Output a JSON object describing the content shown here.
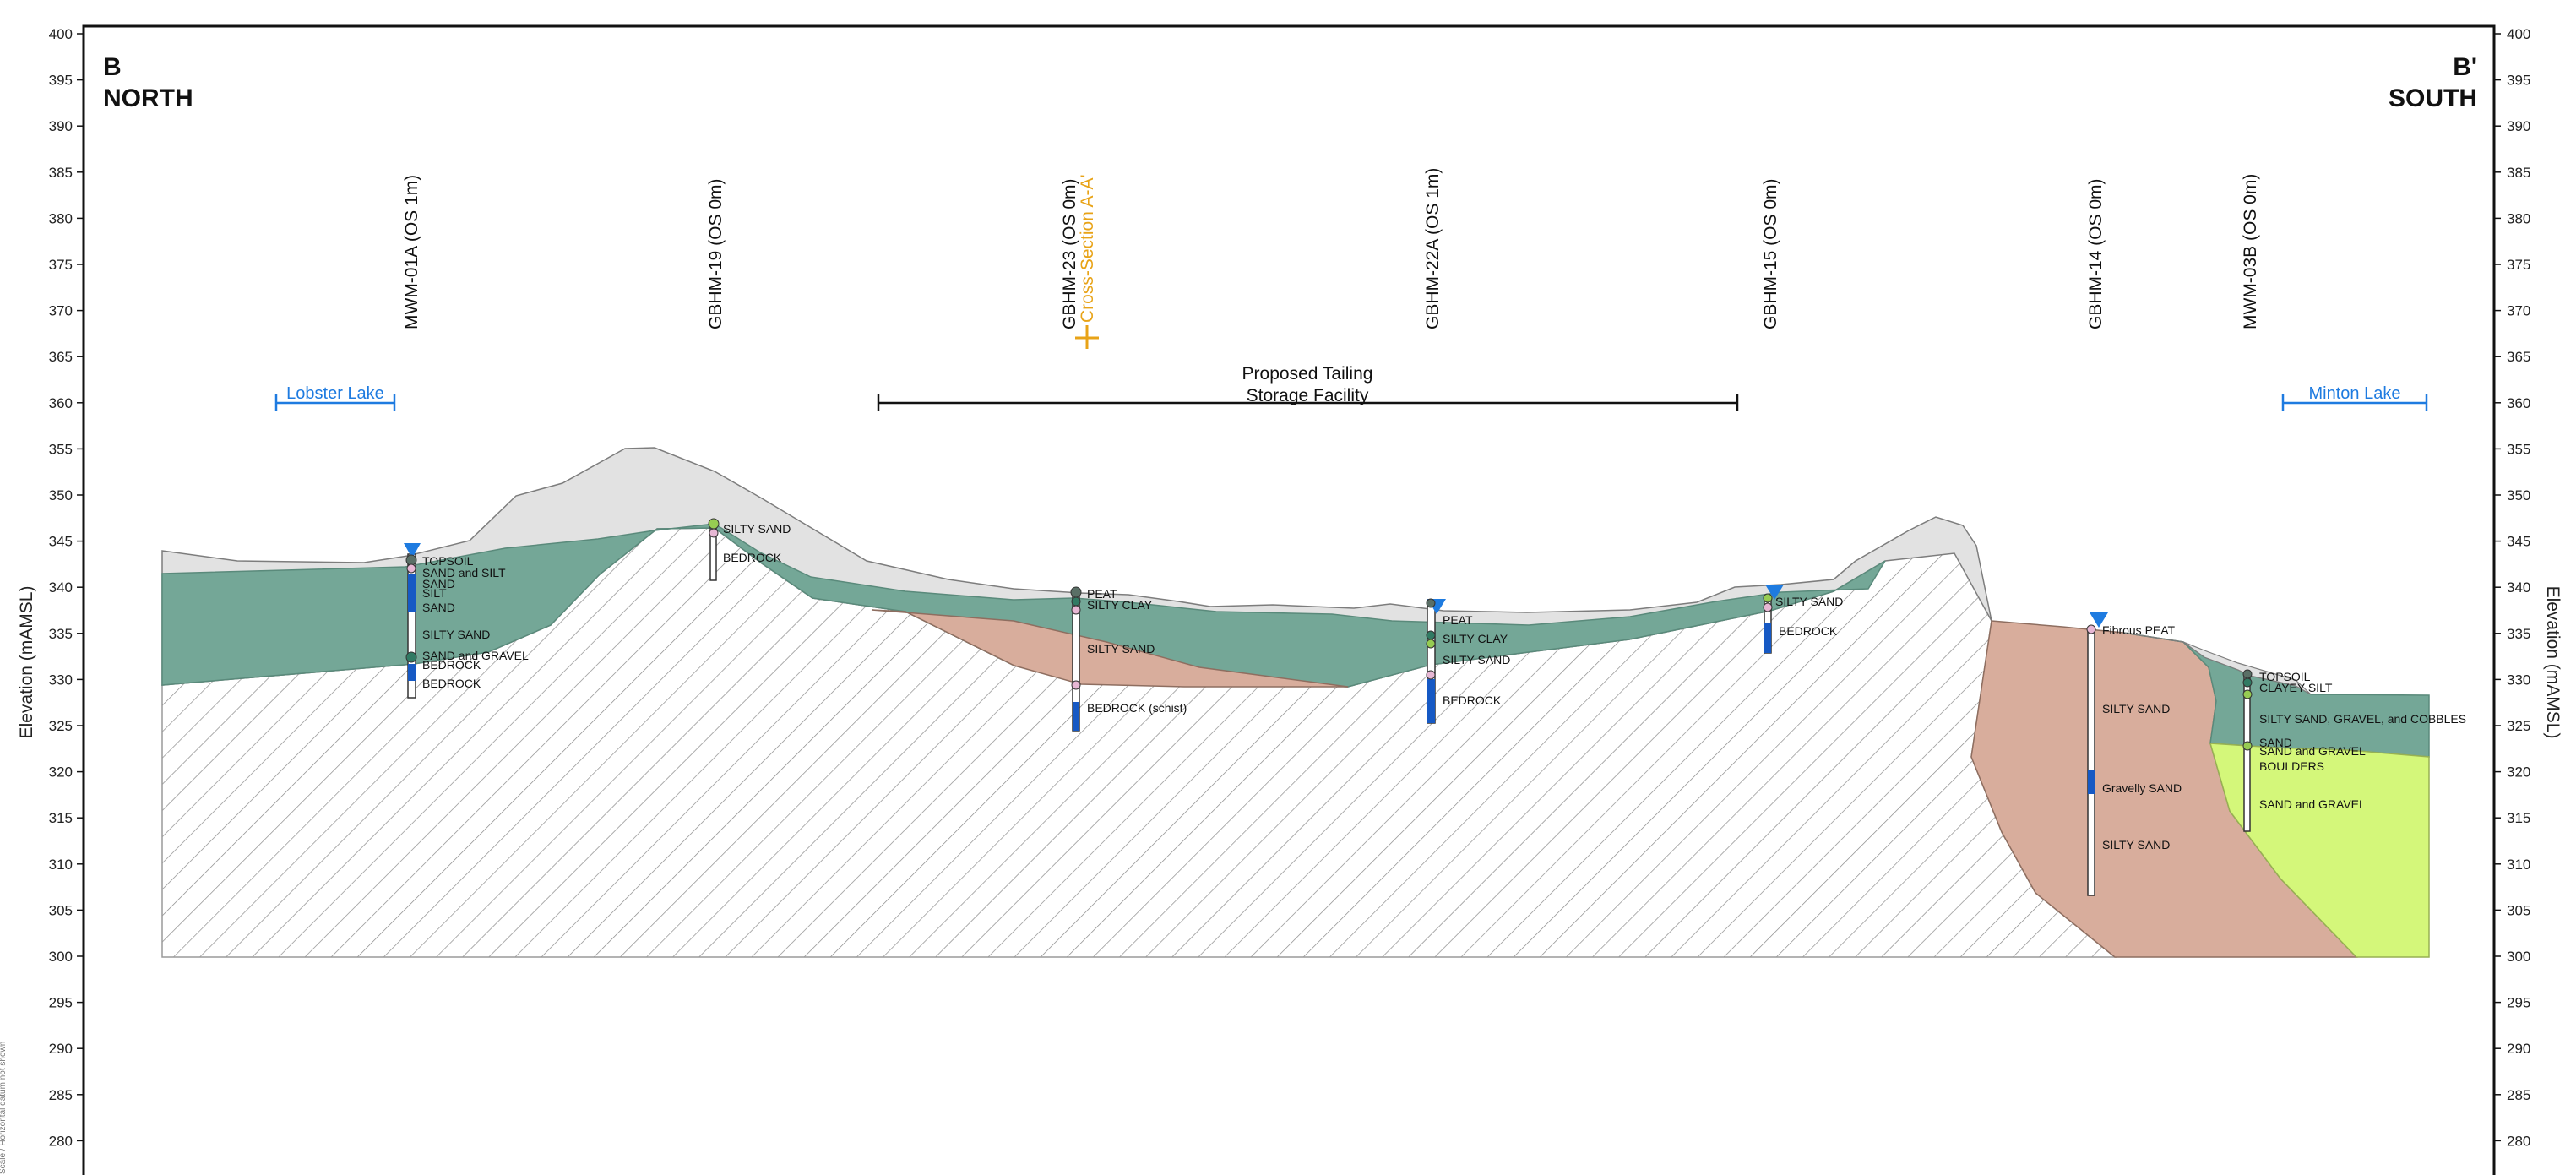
{
  "ends": {
    "left": [
      "B",
      "NORTH"
    ],
    "right": [
      "B'",
      "SOUTH"
    ]
  },
  "axis": {
    "title": "Elevation (mAMSL)",
    "ticks": [
      400,
      395,
      390,
      385,
      380,
      375,
      370,
      365,
      360,
      355,
      350,
      345,
      340,
      335,
      330,
      325,
      320,
      315,
      310,
      305,
      300,
      295,
      290,
      285,
      280
    ]
  },
  "annotations": {
    "lobster_lake": "Lobster Lake",
    "minton_lake": "Minton Lake",
    "tsf_line1": "Proposed Tailing",
    "tsf_line2": "Storage Facility",
    "cross_section": "Cross-Section A-A'"
  },
  "boreholes": [
    {
      "id": "MWM-01A",
      "title": "MWM-01A (OS 1m)",
      "water_table": true,
      "units": [
        "TOPSOIL",
        "SAND and SILT",
        "SAND",
        "SILT",
        "SAND",
        "SILTY SAND",
        "SAND and GRAVEL",
        "BEDROCK",
        "BEDROCK"
      ]
    },
    {
      "id": "GBHM-19",
      "title": "GBHM-19 (OS 0m)",
      "water_table": false,
      "units": [
        "SILTY SAND",
        "BEDROCK"
      ]
    },
    {
      "id": "GBHM-23",
      "title": "GBHM-23 (OS 0m)",
      "water_table": false,
      "units": [
        "PEAT",
        "SILTY CLAY",
        "SILTY SAND",
        "BEDROCK (schist)"
      ]
    },
    {
      "id": "GBHM-22A",
      "title": "GBHM-22A (OS 1m)",
      "water_table": true,
      "units": [
        "PEAT",
        "SILTY CLAY",
        "SILTY SAND",
        "BEDROCK"
      ]
    },
    {
      "id": "GBHM-15",
      "title": "GBHM-15 (OS 0m)",
      "water_table": true,
      "units": [
        "SILTY SAND",
        "BEDROCK"
      ]
    },
    {
      "id": "GBHM-14",
      "title": "GBHM-14 (OS 0m)",
      "water_table": true,
      "units": [
        "Fibrous PEAT",
        "SILTY SAND",
        "Gravelly SAND",
        "SILTY SAND"
      ]
    },
    {
      "id": "MWM-03B",
      "title": "MWM-03B (OS 0m)",
      "water_table": false,
      "units": [
        "TOPSOIL",
        "CLAYEY SILT",
        "SILTY SAND, GRAVEL, and COBBLES",
        "SAND",
        "SAND and GRAVEL",
        "BOULDERS",
        "SAND and GRAVEL"
      ]
    }
  ],
  "colors": {
    "silty_sand_layer": "#74a797",
    "silty_sand_clay_layer": "#d8ad9c",
    "sand_gravel_layer": "#d4f77a",
    "overburden_fill": "#e2e2e2",
    "water_table": "#1e7be0",
    "screen": "#1659c4",
    "lake": "#1e7be0",
    "cross_section": "#e8a317"
  },
  "side_note": "Scale / Horizontal datum not shown"
}
